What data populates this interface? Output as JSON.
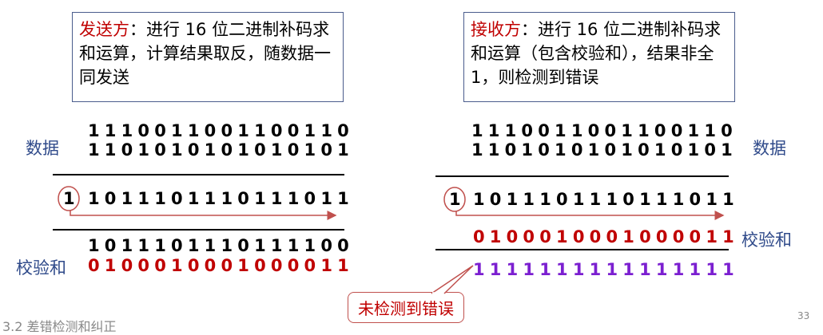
{
  "sender": {
    "box_role": "发送方",
    "box_text": "：进行 16 位二进制补码求和运算，计算结果取反，随数据一同发送",
    "data_label": "数据",
    "row1": "1110011001100110",
    "row2": "1101010101010101",
    "carry": "1",
    "sum": "1011101110111011",
    "result": "1011101110111100",
    "checksum_label": "校验和",
    "checksum": "0100010001000011"
  },
  "receiver": {
    "box_role": "接收方",
    "box_text": "：进行 16 位二进制补码求和运算（包含校验和），结果非全1，则检测到错误",
    "data_label": "数据",
    "row1": "1110011001100110",
    "row2": "1101010101010101",
    "carry": "1",
    "sum": "1011101110111011",
    "checksum_label": "校验和",
    "checksum": "0100010001000011",
    "result": "1111111111111111",
    "callout": "未检测到错误"
  },
  "footer": {
    "section": "3.2 差错检测和纠正",
    "page": "33"
  },
  "colors": {
    "red": "#c00000",
    "purple": "#7b1fd0",
    "label_blue": "#2f4a8a"
  }
}
